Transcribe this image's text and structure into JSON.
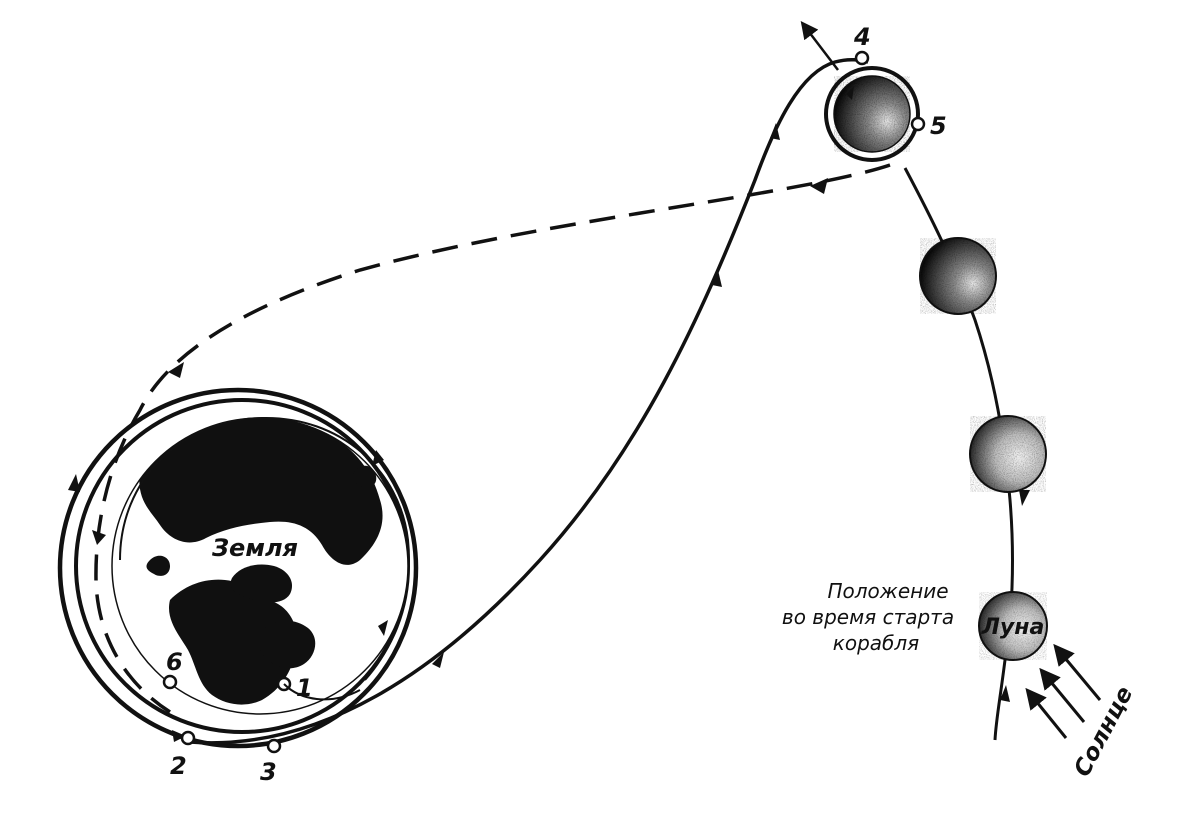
{
  "labels": {
    "earth": "Земля",
    "moon": "Луна",
    "sun": "Солнце",
    "position_line1": "Положение",
    "position_line2": "во время старта",
    "position_line3": "корабля"
  },
  "points": {
    "p1": "1",
    "p2": "2",
    "p3": "3",
    "p4": "4",
    "p5": "5",
    "p6": "6"
  },
  "colors": {
    "ink": "#111111",
    "paper": "#ffffff"
  }
}
